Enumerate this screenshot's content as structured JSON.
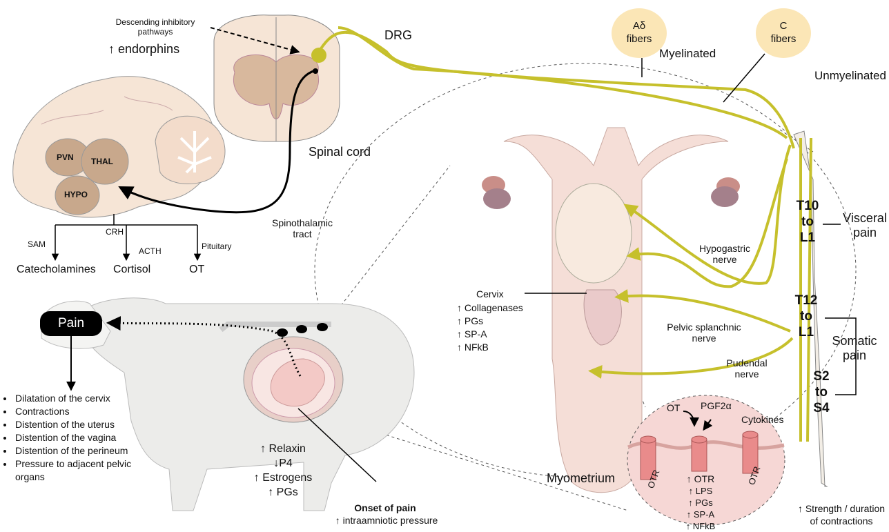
{
  "colors": {
    "nerve": "#c6c02c",
    "tissue": "#f5ded7",
    "brain": "#f6e5d6",
    "nucleus": "#c8a88c",
    "cord_gray": "#d8b89d",
    "circle_fill": "#fbe6b6",
    "myometrium": "#f6d7d5",
    "otr": "#e98b8b"
  },
  "descending": {
    "line1": "Descending inhibitory",
    "line2": "pathways",
    "endorphins": "↑ endorphins"
  },
  "spinal": {
    "drg": "DRG",
    "cord": "Spinal cord",
    "tract1": "Spinothalamic",
    "tract2": "tract"
  },
  "brain": {
    "pvn": "PVN",
    "thal": "THAL",
    "hypo": "HYPO"
  },
  "axes": {
    "sam": "SAM",
    "crh": "CRH",
    "acth": "ACTH",
    "pituitary": "Pituitary",
    "catecholamines": "Catecholamines",
    "cortisol": "Cortisol",
    "ot": "OT"
  },
  "fibers": {
    "adelta1": "Aδ",
    "adelta2": "fibers",
    "c1": "C",
    "c2": "fibers",
    "myelinated": "Myelinated",
    "unmyelinated": "Unmyelinated"
  },
  "levels": {
    "t10": "T10",
    "to1": "to",
    "l1a": "L1",
    "t12": "T12",
    "to2": "to",
    "l1b": "L1",
    "s2": "S2",
    "to3": "to",
    "s4": "S4"
  },
  "pain": {
    "visceral1": "Visceral",
    "visceral2": "pain",
    "somatic1": "Somatic",
    "somatic2": "pain"
  },
  "nerves": {
    "hypogastric1": "Hypogastric",
    "hypogastric2": "nerve",
    "pelvic1": "Pelvic splanchnic",
    "pelvic2": "nerve",
    "pudendal1": "Pudendal",
    "pudendal2": "nerve"
  },
  "cervix": {
    "title": "Cervix",
    "items": [
      "↑ Collagenases",
      "↑ PGs",
      "↑ SP-A",
      "↑ NFkB"
    ]
  },
  "sheep": {
    "pain_label": "Pain",
    "causes": [
      "Dilatation of the cervix",
      "Contractions",
      "Distention of the uterus",
      "Distention of the vagina",
      "Distention of the perineum",
      "Pressure to adjacent pelvic",
      "organs"
    ],
    "hormones": [
      "↑ Relaxin",
      "↓P4",
      "↑ Estrogens",
      "↑ PGs"
    ],
    "onset_title": "Onset of pain",
    "onset_sub": "↑ intraamniotic pressure"
  },
  "myometrium": {
    "label": "Myometrium",
    "ot": "OT",
    "pgf": "PGF2α",
    "cytokines": "Cytokines",
    "otr_left": "OTR",
    "otr_right": "OTR",
    "list": [
      "↑ OTR",
      "↑ LPS",
      "↑ PGs",
      "↑ SP-A",
      "↑ NFkB"
    ],
    "strength1": "↑ Strength / duration",
    "strength2": "of contractions"
  }
}
